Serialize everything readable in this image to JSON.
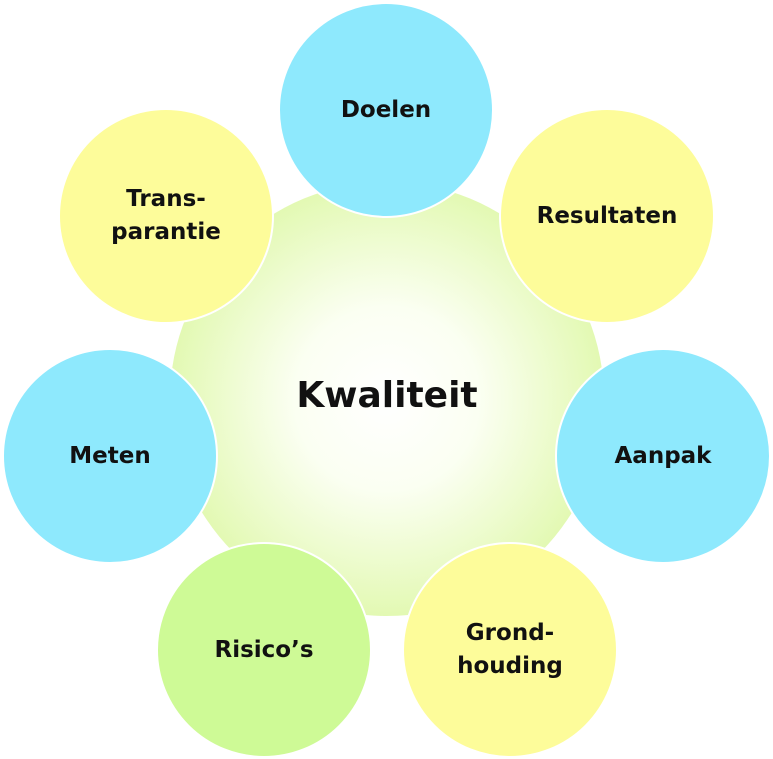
{
  "colors": {
    "blue": "#8ee9fd",
    "yellow": "#fdfc9a",
    "green": "#cefa96",
    "center_outer": "#c8f47a",
    "center_inner": "#ffffff"
  },
  "center": {
    "label": "Kwaliteit"
  },
  "nodes": [
    {
      "id": "doelen",
      "lines": [
        "Doelen"
      ],
      "color": "blue"
    },
    {
      "id": "resultaten",
      "lines": [
        "Resultaten"
      ],
      "color": "yellow"
    },
    {
      "id": "aanpak",
      "lines": [
        "Aanpak"
      ],
      "color": "blue"
    },
    {
      "id": "grondhouding",
      "lines": [
        "Grond-",
        "houding"
      ],
      "color": "yellow"
    },
    {
      "id": "risicos",
      "lines": [
        "Risico’s"
      ],
      "color": "green"
    },
    {
      "id": "meten",
      "lines": [
        "Meten"
      ],
      "color": "blue"
    },
    {
      "id": "transparantie",
      "lines": [
        "Trans-",
        "parantie"
      ],
      "color": "yellow"
    }
  ]
}
